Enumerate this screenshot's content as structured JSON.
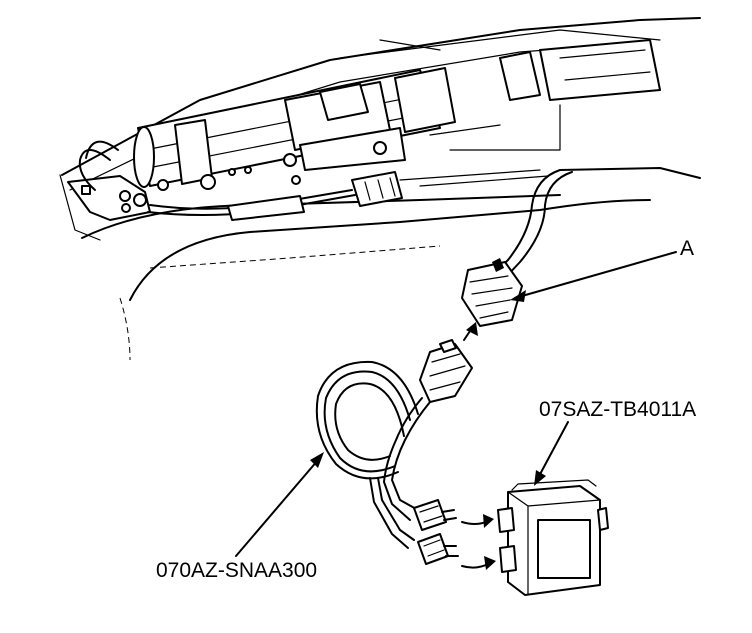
{
  "labels": {
    "connector": "A",
    "test_box": "07SAZ-TB4011A",
    "harness": "070AZ-SNAA300"
  }
}
